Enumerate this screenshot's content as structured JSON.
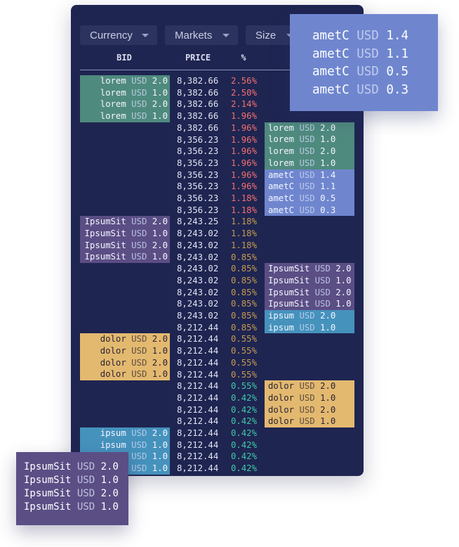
{
  "filters": [
    {
      "label": "Currency"
    },
    {
      "label": "Markets"
    },
    {
      "label": "Size"
    }
  ],
  "columns": {
    "bid": "BID",
    "price": "PRICE",
    "pct": "%"
  },
  "rows": [
    {
      "price": "8,382.66",
      "pct": "2.56%",
      "tone": "up"
    },
    {
      "price": "8,382.66",
      "pct": "2.50%",
      "tone": "up"
    },
    {
      "price": "8,382.66",
      "pct": "2.14%",
      "tone": "up"
    },
    {
      "price": "8,382.66",
      "pct": "1.96%",
      "tone": "up"
    },
    {
      "price": "8,382.66",
      "pct": "1.96%",
      "tone": "up"
    },
    {
      "price": "8,356.23",
      "pct": "1.96%",
      "tone": "up"
    },
    {
      "price": "8,356.23",
      "pct": "1.96%",
      "tone": "up"
    },
    {
      "price": "8,356.23",
      "pct": "1.96%",
      "tone": "up"
    },
    {
      "price": "8,356.23",
      "pct": "1.96%",
      "tone": "up"
    },
    {
      "price": "8,356.23",
      "pct": "1.96%",
      "tone": "up"
    },
    {
      "price": "8,356.23",
      "pct": "1.18%",
      "tone": "up"
    },
    {
      "price": "8,356.23",
      "pct": "1.18%",
      "tone": "up"
    },
    {
      "price": "8,243.25",
      "pct": "1.18%",
      "tone": "mid"
    },
    {
      "price": "8,243.02",
      "pct": "1.18%",
      "tone": "mid"
    },
    {
      "price": "8,243.02",
      "pct": "1.18%",
      "tone": "mid"
    },
    {
      "price": "8,243.02",
      "pct": "0.85%",
      "tone": "mid"
    },
    {
      "price": "8,243.02",
      "pct": "0.85%",
      "tone": "mid"
    },
    {
      "price": "8,243.02",
      "pct": "0.85%",
      "tone": "mid"
    },
    {
      "price": "8,243.02",
      "pct": "0.85%",
      "tone": "mid"
    },
    {
      "price": "8,243.02",
      "pct": "0.85%",
      "tone": "mid"
    },
    {
      "price": "8,243.02",
      "pct": "0.85%",
      "tone": "mid"
    },
    {
      "price": "8,212.44",
      "pct": "0.85%",
      "tone": "mid"
    },
    {
      "price": "8,212.44",
      "pct": "0.55%",
      "tone": "mid"
    },
    {
      "price": "8,212.44",
      "pct": "0.55%",
      "tone": "mid"
    },
    {
      "price": "8,212.44",
      "pct": "0.55%",
      "tone": "mid"
    },
    {
      "price": "8,212.44",
      "pct": "0.55%",
      "tone": "mid"
    },
    {
      "price": "8,212.44",
      "pct": "0.55%",
      "tone": "dn"
    },
    {
      "price": "8,212.44",
      "pct": "0.42%",
      "tone": "dn"
    },
    {
      "price": "8,212.44",
      "pct": "0.42%",
      "tone": "dn"
    },
    {
      "price": "8,212.44",
      "pct": "0.42%",
      "tone": "dn"
    },
    {
      "price": "8,212.44",
      "pct": "0.42%",
      "tone": "dn"
    },
    {
      "price": "8,212.44",
      "pct": "0.42%",
      "tone": "dn"
    },
    {
      "price": "8,212.44",
      "pct": "0.42%",
      "tone": "dn"
    },
    {
      "price": "8,212.44",
      "pct": "0.42%",
      "tone": "dn"
    }
  ],
  "left_blocks": [
    {
      "color": "teal",
      "start": 0,
      "items": [
        {
          "name": "lorem",
          "cur": "USD",
          "val": "2.0"
        },
        {
          "name": "lorem",
          "cur": "USD",
          "val": "1.0"
        },
        {
          "name": "lorem",
          "cur": "USD",
          "val": "2.0"
        },
        {
          "name": "lorem",
          "cur": "USD",
          "val": "1.0"
        }
      ]
    },
    {
      "color": "purple",
      "start": 12,
      "items": [
        {
          "name": "IpsumSit",
          "cur": "USD",
          "val": "2.0"
        },
        {
          "name": "IpsumSit",
          "cur": "USD",
          "val": "1.0"
        },
        {
          "name": "IpsumSit",
          "cur": "USD",
          "val": "2.0"
        },
        {
          "name": "IpsumSit",
          "cur": "USD",
          "val": "1.0"
        }
      ]
    },
    {
      "color": "gold",
      "start": 22,
      "items": [
        {
          "name": "dolor",
          "cur": "USD",
          "val": "2.0"
        },
        {
          "name": "dolor",
          "cur": "USD",
          "val": "1.0"
        },
        {
          "name": "dolor",
          "cur": "USD",
          "val": "2.0"
        },
        {
          "name": "dolor",
          "cur": "USD",
          "val": "1.0"
        }
      ]
    },
    {
      "color": "cyan",
      "start": 30,
      "items": [
        {
          "name": "ipsum",
          "cur": "USD",
          "val": "2.0"
        },
        {
          "name": "ipsum",
          "cur": "USD",
          "val": "1.0"
        },
        {
          "name": "",
          "cur": "USD",
          "val": "1.0"
        },
        {
          "name": "",
          "cur": "USD",
          "val": "1.0"
        }
      ]
    }
  ],
  "right_blocks": [
    {
      "color": "teal",
      "start": 4,
      "items": [
        {
          "name": "lorem",
          "cur": "USD",
          "val": "2.0"
        },
        {
          "name": "lorem",
          "cur": "USD",
          "val": "1.0"
        },
        {
          "name": "lorem",
          "cur": "USD",
          "val": "2.0"
        },
        {
          "name": "lorem",
          "cur": "USD",
          "val": "1.0"
        }
      ]
    },
    {
      "color": "blue",
      "start": 8,
      "items": [
        {
          "name": "ametC",
          "cur": "USD",
          "val": "1.4"
        },
        {
          "name": "ametC",
          "cur": "USD",
          "val": "1.1"
        },
        {
          "name": "ametC",
          "cur": "USD",
          "val": "0.5"
        },
        {
          "name": "ametC",
          "cur": "USD",
          "val": "0.3"
        }
      ]
    },
    {
      "color": "purple",
      "start": 16,
      "items": [
        {
          "name": "IpsumSit",
          "cur": "USD",
          "val": "2.0"
        },
        {
          "name": "IpsumSit",
          "cur": "USD",
          "val": "1.0"
        },
        {
          "name": "IpsumSit",
          "cur": "USD",
          "val": "2.0"
        },
        {
          "name": "IpsumSit",
          "cur": "USD",
          "val": "1.0"
        }
      ]
    },
    {
      "color": "cyan",
      "start": 20,
      "items": [
        {
          "name": "ipsum",
          "cur": "USD",
          "val": "2.0"
        },
        {
          "name": "ipsum",
          "cur": "USD",
          "val": "1.0"
        }
      ]
    },
    {
      "color": "gold",
      "start": 26,
      "items": [
        {
          "name": "dolor",
          "cur": "USD",
          "val": "2.0"
        },
        {
          "name": "dolor",
          "cur": "USD",
          "val": "1.0"
        },
        {
          "name": "dolor",
          "cur": "USD",
          "val": "2.0"
        },
        {
          "name": "dolor",
          "cur": "USD",
          "val": "1.0"
        }
      ]
    }
  ],
  "popup_blue": [
    {
      "name": "ametC",
      "cur": "USD",
      "val": "1.4"
    },
    {
      "name": "ametC",
      "cur": "USD",
      "val": "1.1"
    },
    {
      "name": "ametC",
      "cur": "USD",
      "val": "0.5"
    },
    {
      "name": "ametC",
      "cur": "USD",
      "val": "0.3"
    }
  ],
  "popup_purple": [
    {
      "name": "IpsumSit",
      "cur": "USD",
      "val": "2.0"
    },
    {
      "name": "IpsumSit",
      "cur": "USD",
      "val": "1.0"
    },
    {
      "name": "IpsumSit",
      "cur": "USD",
      "val": "2.0"
    },
    {
      "name": "IpsumSit",
      "cur": "USD",
      "val": "1.0"
    }
  ]
}
